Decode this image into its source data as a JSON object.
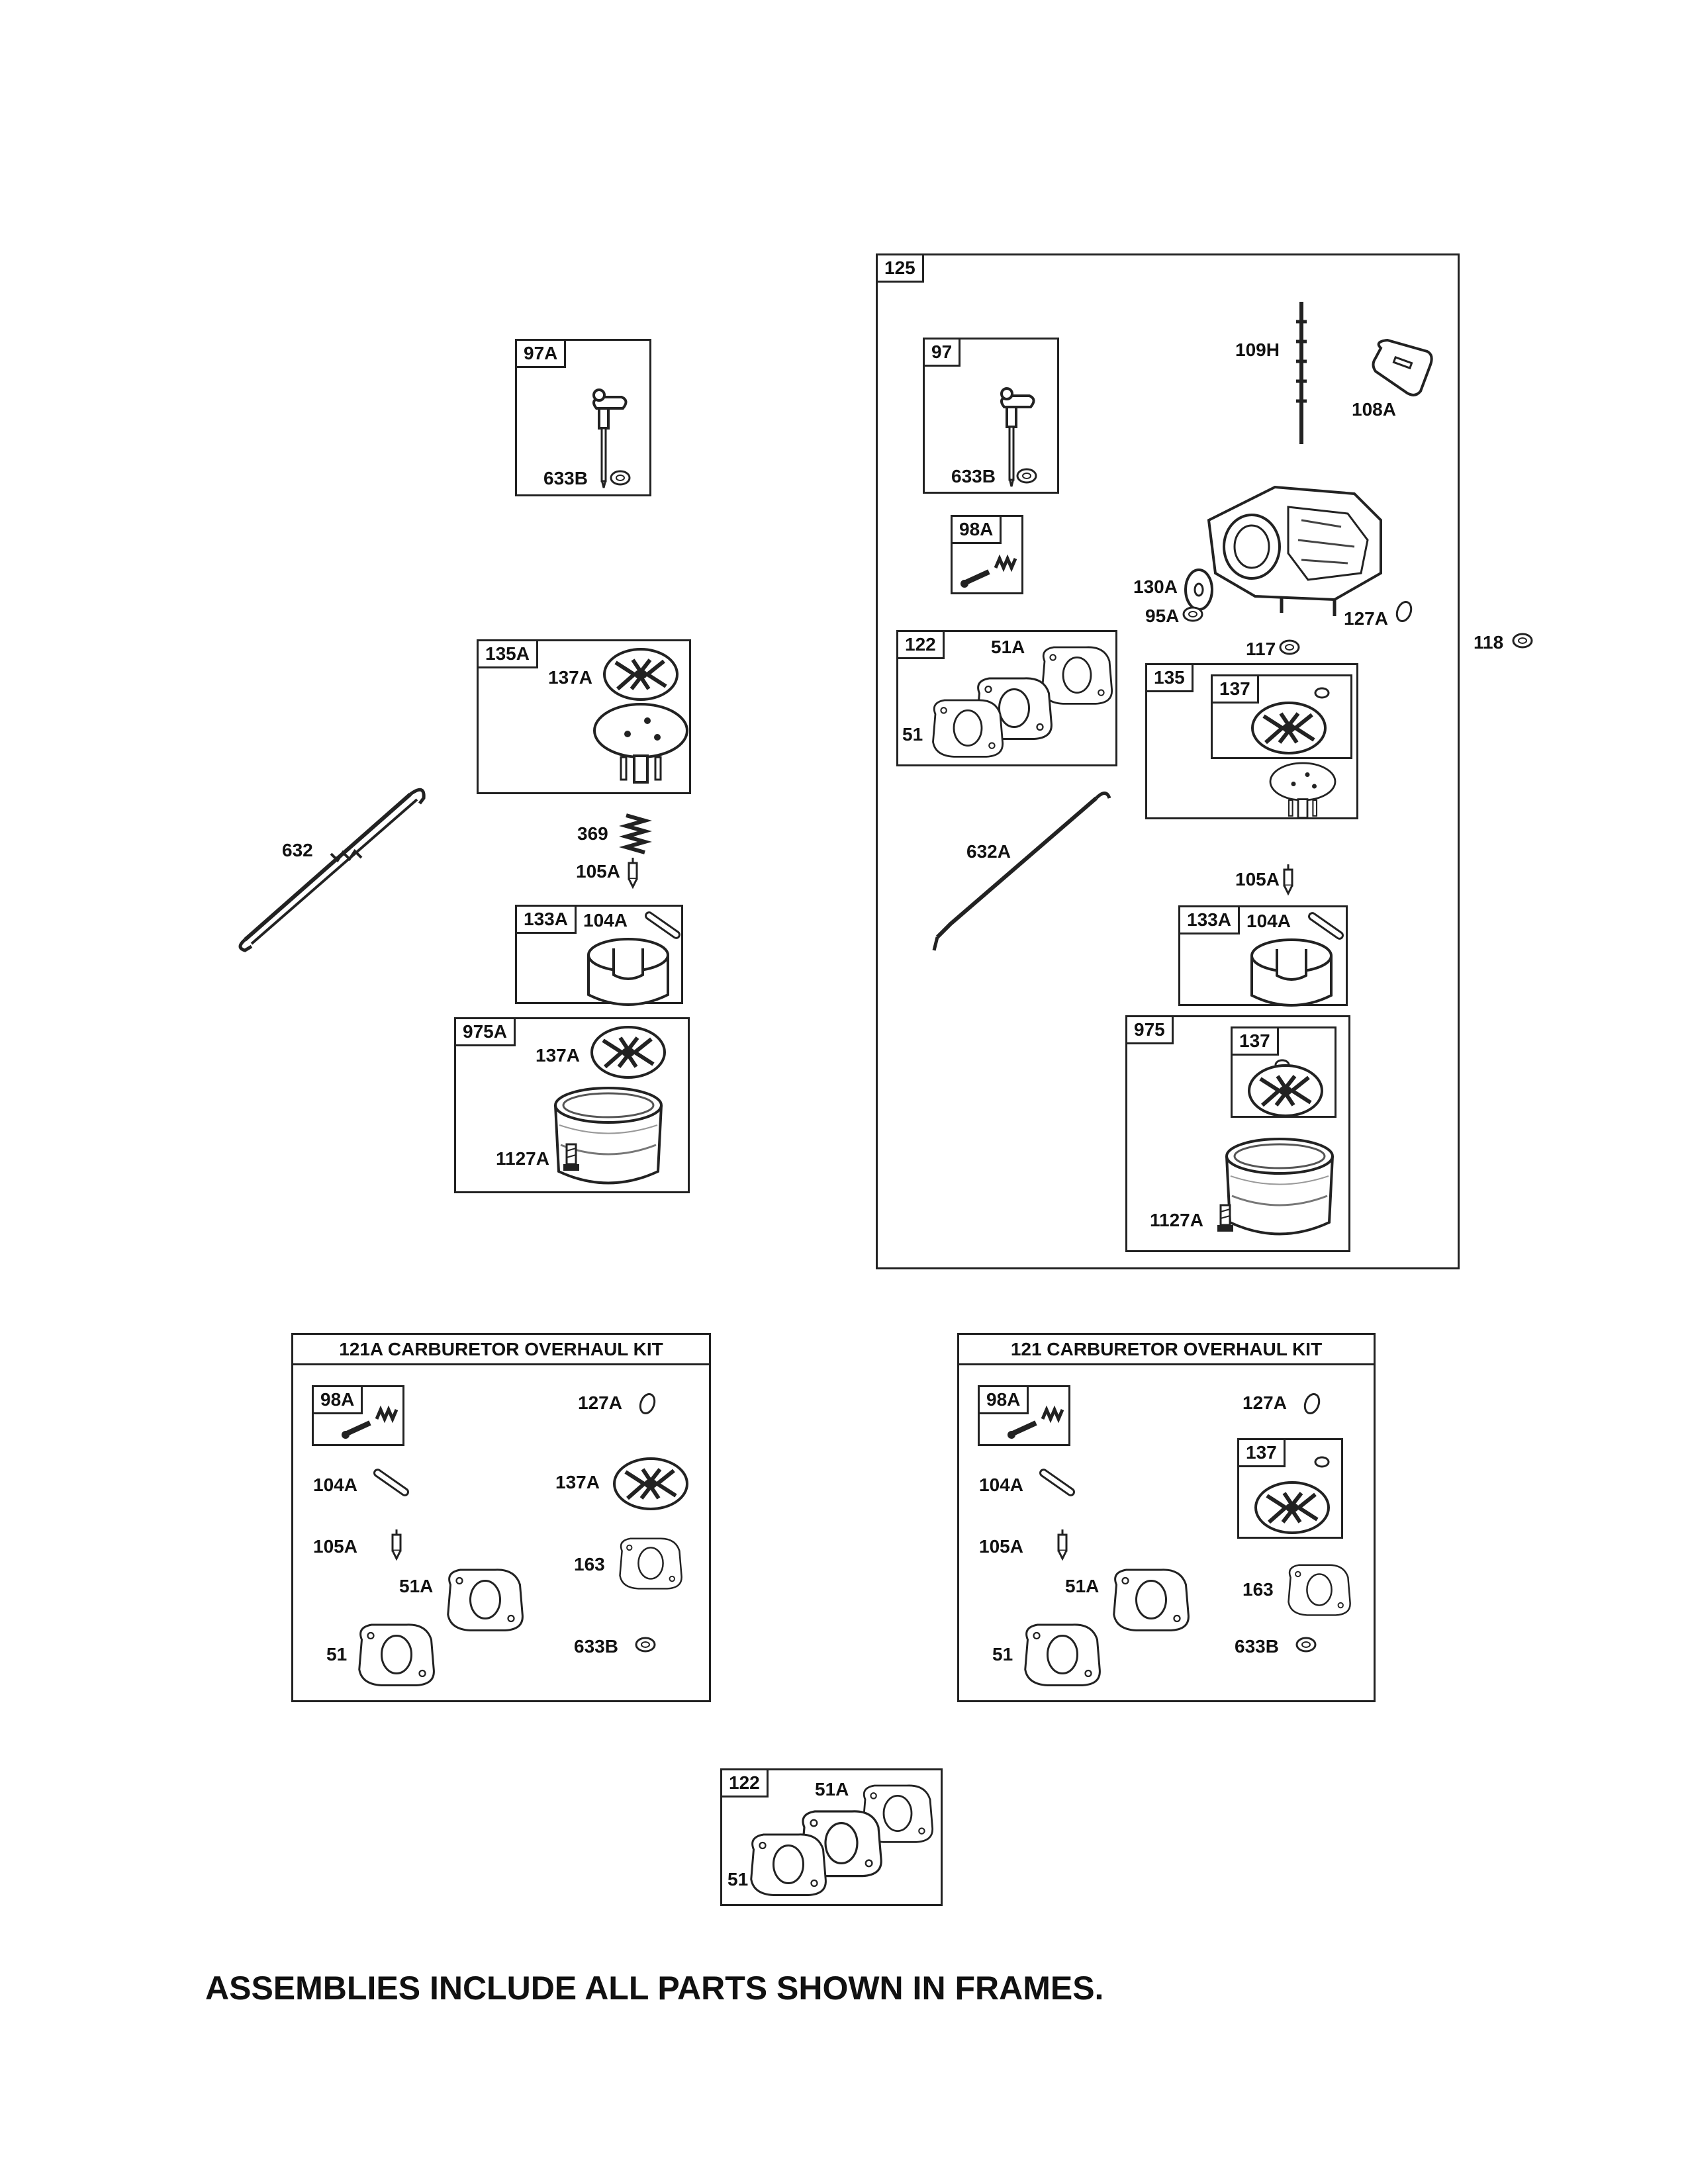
{
  "labels": {
    "f97A": "97A",
    "b633B_1": "633B",
    "f135A": "135A",
    "l137A_1": "137A",
    "l369": "369",
    "l105A_1": "105A",
    "f133A_1": "133A",
    "l104A_1": "104A",
    "f975A": "975A",
    "l137A_2": "137A",
    "l1127A_1": "1127A",
    "l632": "632",
    "f125": "125",
    "f97": "97",
    "b633B_2": "633B",
    "f98A_1": "98A",
    "l109H": "109H",
    "l108A": "108A",
    "l130A": "130A",
    "l95A": "95A",
    "l127A_1": "127A",
    "l117": "117",
    "l118": "118",
    "f122_1": "122",
    "l51A_1": "51A",
    "l51_1": "51",
    "f135": "135",
    "f137_1": "137",
    "l632A": "632A",
    "l105A_2": "105A",
    "f133A_2": "133A",
    "l104A_2": "104A",
    "f975": "975",
    "f137_2": "137",
    "l1127A_2": "1127A",
    "kit121A_title": "121A CARBURETOR OVERHAUL KIT",
    "k1_98A": "98A",
    "k1_127A": "127A",
    "k1_104A": "104A",
    "k1_137A": "137A",
    "k1_105A": "105A",
    "k1_163": "163",
    "k1_51A": "51A",
    "k1_51": "51",
    "k1_633B": "633B",
    "kit121_title": "121 CARBURETOR OVERHAUL KIT",
    "k2_98A": "98A",
    "k2_127A": "127A",
    "k2_137": "137",
    "k2_104A": "104A",
    "k2_105A": "105A",
    "k2_163": "163",
    "k2_51A": "51A",
    "k2_51": "51",
    "k2_633B": "633B",
    "f122_2": "122",
    "l51A_3": "51A",
    "l51_3": "51"
  },
  "footer_note": "ASSEMBLIES INCLUDE ALL PARTS SHOWN IN FRAMES."
}
